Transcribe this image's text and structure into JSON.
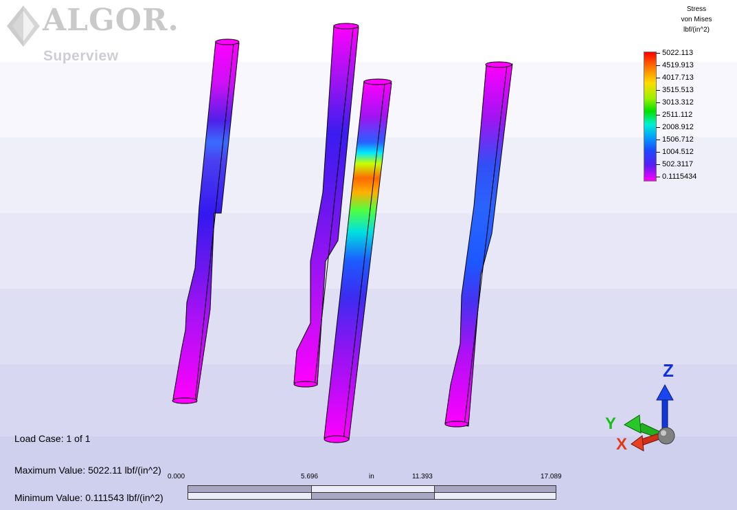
{
  "logo": {
    "name": "ALGOR.",
    "product": "Superview"
  },
  "legend": {
    "title_lines": [
      "Stress",
      "von Mises",
      "lbf/(in^2)"
    ],
    "labels": [
      "5022.113",
      "4519.913",
      "4017.713",
      "3515.513",
      "3013.312",
      "2511.112",
      "2008.912",
      "1506.712",
      "1004.512",
      "502.3117",
      "0.1115434"
    ],
    "max_color": "#ff0000",
    "min_color": "#ff00ff"
  },
  "info": {
    "load_case": "Load Case:  1 of 1",
    "maximum": "Maximum Value: 5022.11 lbf/(in^2)",
    "minimum": "Minimum Value: 0.111543 lbf/(in^2)"
  },
  "scale": {
    "labels": [
      "0.000",
      "5.696",
      "11.393",
      "17.089"
    ],
    "unit": "in"
  },
  "triad": {
    "z": "Z",
    "y": "Y",
    "x": "X"
  }
}
